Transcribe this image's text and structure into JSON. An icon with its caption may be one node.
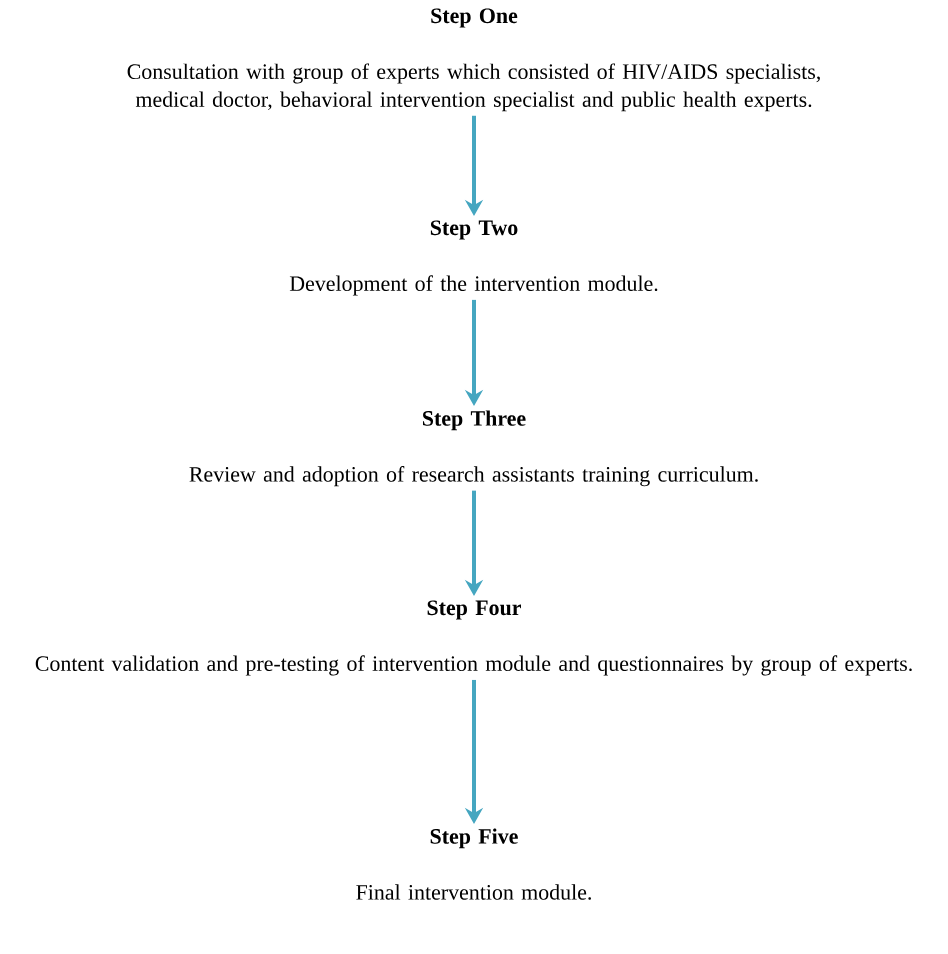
{
  "diagram": {
    "nodes": [
      {
        "text": [
          "Step One",
          "Consultation with group of experts which consisted of HIV/AIDS specialists, medical doctor, behavioral intervention specialist and public health experts."
        ]
      },
      {
        "text": [
          "Step Two",
          "Development of the intervention module."
        ]
      },
      {
        "text": [
          "Step Three",
          "Review and adoption of research assistants training curriculum."
        ]
      },
      {
        "text": [
          "Step Four",
          "Content validation and pre-testing of intervention module and questionnaires by group of experts."
        ]
      },
      {
        "text": [
          "Step Five",
          "Final intervention module."
        ]
      }
    ],
    "edges": [
      {
        "from": 0,
        "to": 1,
        "arrow": "to"
      },
      {
        "from": 1,
        "to": 2,
        "arrow": "to"
      },
      {
        "from": 2,
        "to": 3,
        "arrow": "to"
      },
      {
        "from": 3,
        "to": 4,
        "arrow": "to"
      }
    ]
  }
}
